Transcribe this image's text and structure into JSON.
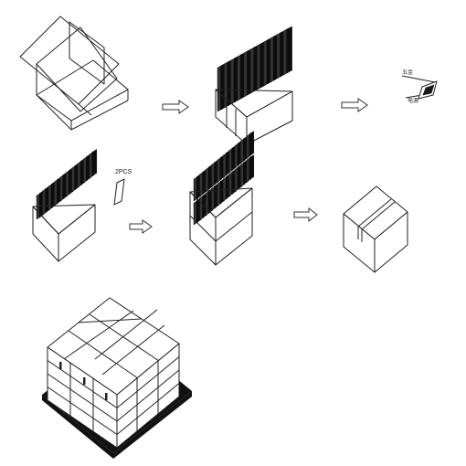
{
  "labels": {
    "qty_label": "2PCS",
    "label_top": "五金",
    "label_bottom": "电源"
  },
  "steps": [
    {
      "id": "empty-carton",
      "icon": "open-box-icon"
    },
    {
      "id": "filled-carton",
      "icon": "packed-panels-icon"
    },
    {
      "id": "accessory",
      "icon": "accessory-bag-icon"
    },
    {
      "id": "layer-one",
      "icon": "tray-layer-icon"
    },
    {
      "id": "two-layers",
      "icon": "stacked-layers-icon"
    },
    {
      "id": "sealed-carton",
      "icon": "sealed-box-icon"
    },
    {
      "id": "pallet",
      "icon": "pallet-stack-icon"
    }
  ]
}
